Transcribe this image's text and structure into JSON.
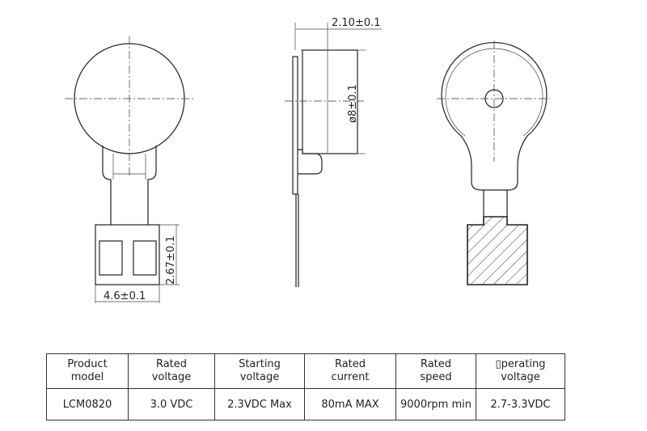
{
  "dimensions": {
    "thickness": "2.10±0.1",
    "diameter": "ø8±0.1",
    "pad_width": "4.6±0.1",
    "pad_height": "2.67±0.1"
  },
  "spec_table": {
    "headers": [
      [
        "Product",
        "model"
      ],
      [
        "Rated",
        "voltage"
      ],
      [
        "Starting",
        "voltage"
      ],
      [
        "Rated",
        "current"
      ],
      [
        "Rated",
        "speed"
      ],
      [
        "▯perating",
        "voltage"
      ]
    ],
    "row": [
      "LCM0820",
      "3.0 VDC",
      "2.3VDC Max",
      "80mA MAX",
      "9000rpm min",
      "2.7-3.3VDC"
    ]
  }
}
